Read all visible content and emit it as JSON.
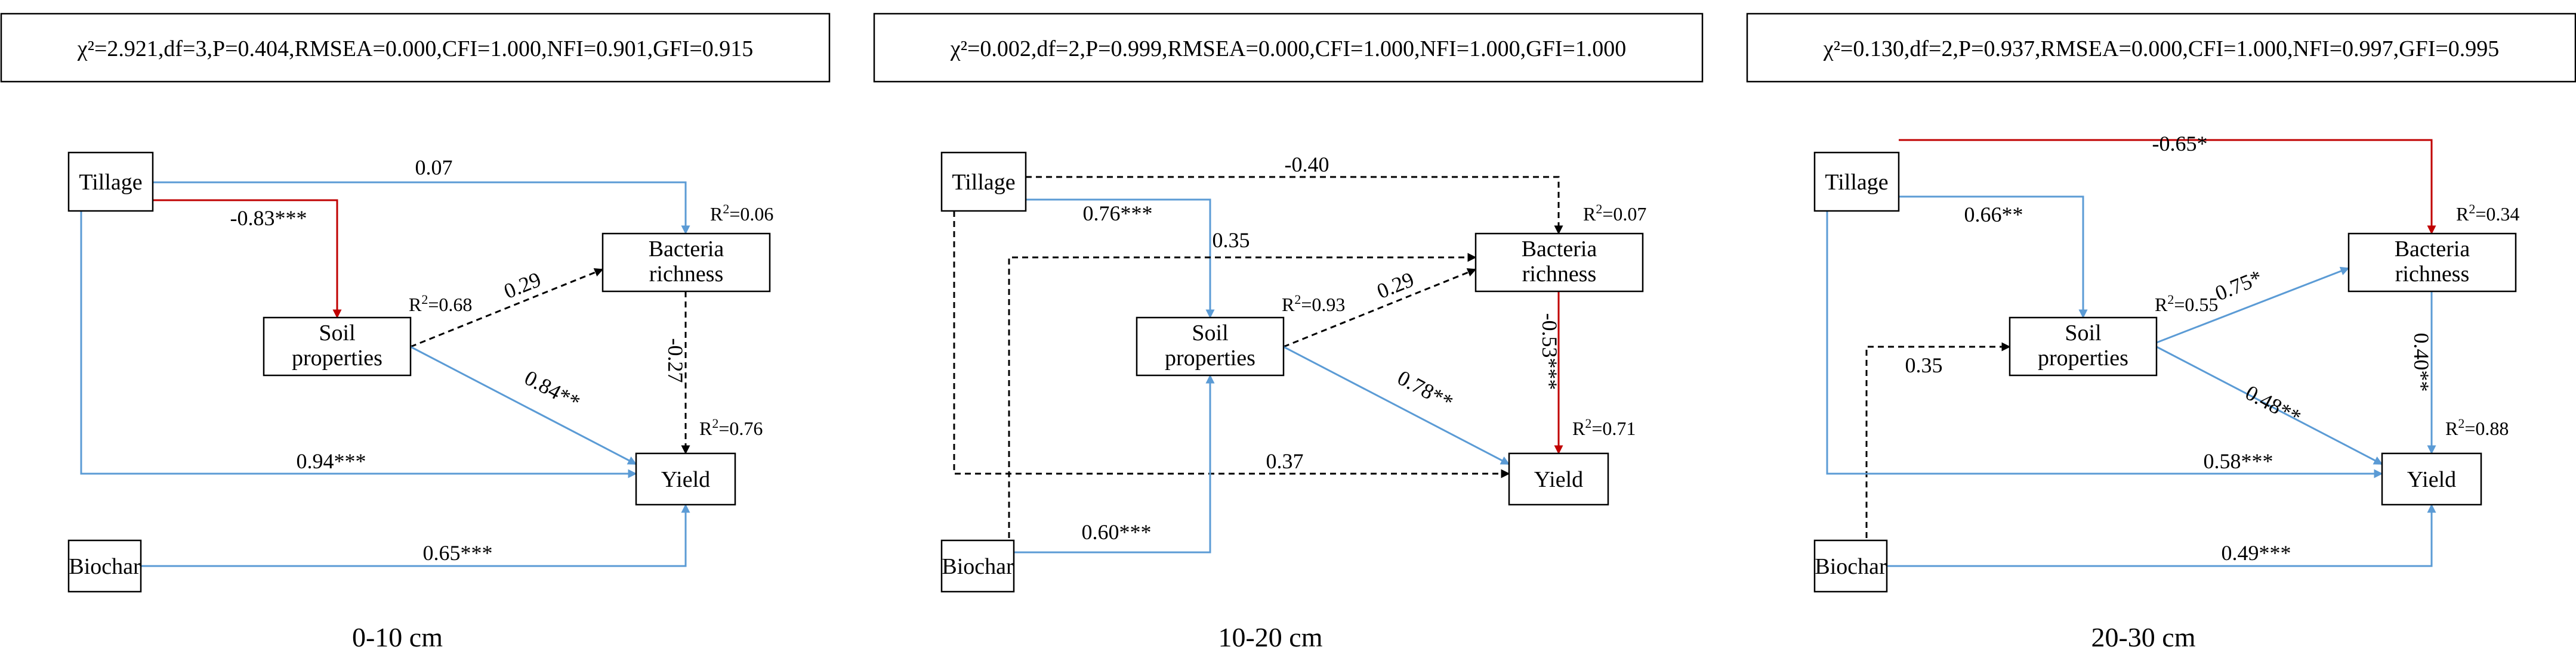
{
  "colors": {
    "blue": "#5B9BD5",
    "red": "#C00000",
    "black": "#000000"
  },
  "panels": [
    {
      "fit_stats": "χ²=2.921,df=3,P=0.404,RMSEA=0.000,CFI=1.000,NFI=0.901,GFI=0.915",
      "depth_label": "0-10 cm",
      "nodes": {
        "tillage": "Tillage",
        "soil_line1": "Soil",
        "soil_line2": "properties",
        "bacteria_line1": "Bacteria",
        "bacteria_line2": "richness",
        "yield": "Yield",
        "biochar": "Biochar"
      },
      "r2": {
        "bacteria": "R²=0.06",
        "soil": "R²=0.68",
        "yield": "R²=0.76"
      },
      "paths": [
        {
          "id": "tillage_bacteria",
          "label": "0.07",
          "style": "blue-solid"
        },
        {
          "id": "tillage_soil",
          "label": "-0.83***",
          "style": "red-solid"
        },
        {
          "id": "soil_bacteria",
          "label": "0.29",
          "style": "black-dashed"
        },
        {
          "id": "bacteria_yield",
          "label": "-0.27",
          "style": "black-dashed"
        },
        {
          "id": "soil_yield",
          "label": "0.84**",
          "style": "blue-solid"
        },
        {
          "id": "tillage_yield",
          "label": "0.94***",
          "style": "blue-solid"
        },
        {
          "id": "biochar_yield",
          "label": "0.65***",
          "style": "blue-solid"
        }
      ]
    },
    {
      "fit_stats": "χ²=0.002,df=2,P=0.999,RMSEA=0.000,CFI=1.000,NFI=1.000,GFI=1.000",
      "depth_label": "10-20 cm",
      "nodes": {
        "tillage": "Tillage",
        "soil_line1": "Soil",
        "soil_line2": "properties",
        "bacteria_line1": "Bacteria",
        "bacteria_line2": "richness",
        "yield": "Yield",
        "biochar": "Biochar"
      },
      "r2": {
        "bacteria": "R²=0.07",
        "soil": "R²=0.93",
        "yield": "R²=0.71"
      },
      "paths": [
        {
          "id": "tillage_bacteria",
          "label": "-0.40",
          "style": "black-dashed"
        },
        {
          "id": "tillage_soil",
          "label": "0.76***",
          "style": "blue-solid"
        },
        {
          "id": "biochar_bacteria",
          "label": "0.35",
          "style": "black-dashed"
        },
        {
          "id": "soil_bacteria",
          "label": "0.29",
          "style": "black-dashed"
        },
        {
          "id": "bacteria_yield",
          "label": "-0.53***",
          "style": "red-solid"
        },
        {
          "id": "soil_yield",
          "label": "0.78**",
          "style": "blue-solid"
        },
        {
          "id": "tillage_yield",
          "label": "0.37",
          "style": "black-dashed"
        },
        {
          "id": "biochar_soil",
          "label": "0.60***",
          "style": "blue-solid"
        }
      ]
    },
    {
      "fit_stats": "χ²=0.130,df=2,P=0.937,RMSEA=0.000,CFI=1.000,NFI=0.997,GFI=0.995",
      "depth_label": "20-30 cm",
      "nodes": {
        "tillage": "Tillage",
        "soil_line1": "Soil",
        "soil_line2": "properties",
        "bacteria_line1": "Bacteria",
        "bacteria_line2": "richness",
        "yield": "Yield",
        "biochar": "Biochar"
      },
      "r2": {
        "bacteria": "R²=0.34",
        "soil": "R²=0.55",
        "yield": "R²=0.88"
      },
      "paths": [
        {
          "id": "tillage_bacteria",
          "label": "-0.65*",
          "style": "red-solid"
        },
        {
          "id": "tillage_soil",
          "label": "0.66**",
          "style": "blue-solid"
        },
        {
          "id": "soil_bacteria",
          "label": "0.75*",
          "style": "blue-solid"
        },
        {
          "id": "bacteria_yield",
          "label": "0.40**",
          "style": "blue-solid"
        },
        {
          "id": "biochar_soil",
          "label": "0.35",
          "style": "black-dashed"
        },
        {
          "id": "soil_yield",
          "label": "0.48**",
          "style": "blue-solid"
        },
        {
          "id": "tillage_yield",
          "label": "0.58***",
          "style": "blue-solid"
        },
        {
          "id": "biochar_yield",
          "label": "0.49***",
          "style": "blue-solid"
        }
      ]
    }
  ]
}
